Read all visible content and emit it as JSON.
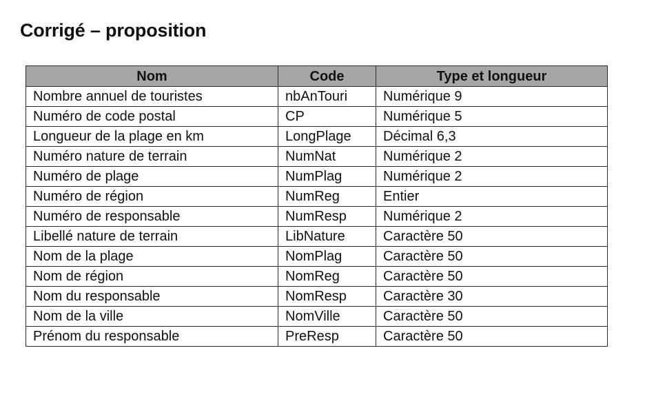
{
  "title": "Corrigé – proposition",
  "table": {
    "headers": [
      "Nom",
      "Code",
      "Type et longueur"
    ],
    "rows": [
      [
        "Nombre annuel de touristes",
        "nbAnTouri",
        "Numérique 9"
      ],
      [
        "Numéro de code postal",
        "CP",
        "Numérique 5"
      ],
      [
        "Longueur de la plage en km",
        "LongPlage",
        "Décimal 6,3"
      ],
      [
        "Numéro nature de terrain",
        "NumNat",
        "Numérique 2"
      ],
      [
        "Numéro de plage",
        "NumPlag",
        "Numérique 2"
      ],
      [
        "Numéro de région",
        "NumReg",
        "Entier"
      ],
      [
        "Numéro de responsable",
        "NumResp",
        "Numérique 2"
      ],
      [
        "Libellé nature de terrain",
        "LibNature",
        "Caractère 50"
      ],
      [
        "Nom de la plage",
        "NomPlag",
        "Caractère 50"
      ],
      [
        "Nom de région",
        "NomReg",
        "Caractère 50"
      ],
      [
        "Nom du responsable",
        "NomResp",
        "Caractère 30"
      ],
      [
        "Nom de la ville",
        "NomVille",
        "Caractère 50"
      ],
      [
        "Prénom du responsable",
        "PreResp",
        "Caractère 50"
      ]
    ]
  },
  "colors": {
    "header_background": "#a6a6a6",
    "border": "#2a2a2a"
  }
}
